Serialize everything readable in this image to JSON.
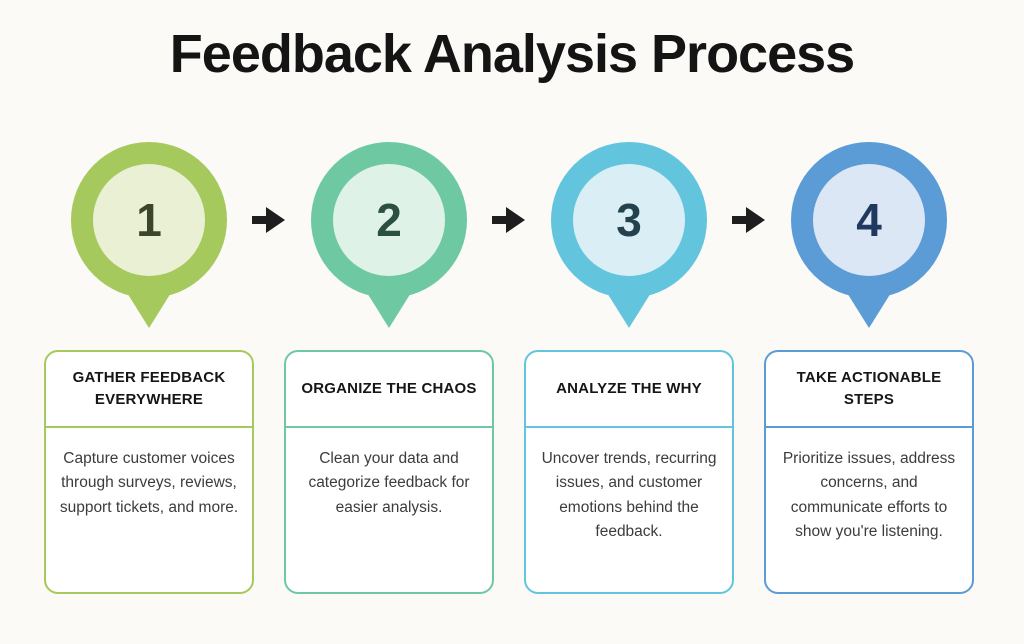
{
  "title": "Feedback Analysis Process",
  "background_color": "#fbfaf7",
  "arrow_color": "#1e1e1e",
  "steps": [
    {
      "number": "1",
      "label": "GATHER FEEDBACK EVERYWHERE",
      "description": "Capture customer voices through surveys, reviews, support tickets, and more.",
      "accent_color": "#a5c95c",
      "fill_color": "#e9f0d3",
      "number_color": "#3a452c"
    },
    {
      "number": "2",
      "label": "ORGANIZE THE CHAOS",
      "description": "Clean your data and categorize feedback for easier analysis.",
      "accent_color": "#6ec9a2",
      "fill_color": "#def2e8",
      "number_color": "#2b4f41"
    },
    {
      "number": "3",
      "label": "ANALYZE THE WHY",
      "description": "Uncover trends, recurring issues, and customer emotions behind the feedback.",
      "accent_color": "#63c5dd",
      "fill_color": "#d9eef5",
      "number_color": "#24414e"
    },
    {
      "number": "4",
      "label": "TAKE ACTIONABLE STEPS",
      "description": "Prioritize issues, address concerns, and communicate efforts to show you're listening.",
      "accent_color": "#5b9bd6",
      "fill_color": "#dbe7f5",
      "number_color": "#1f3a5e"
    }
  ]
}
